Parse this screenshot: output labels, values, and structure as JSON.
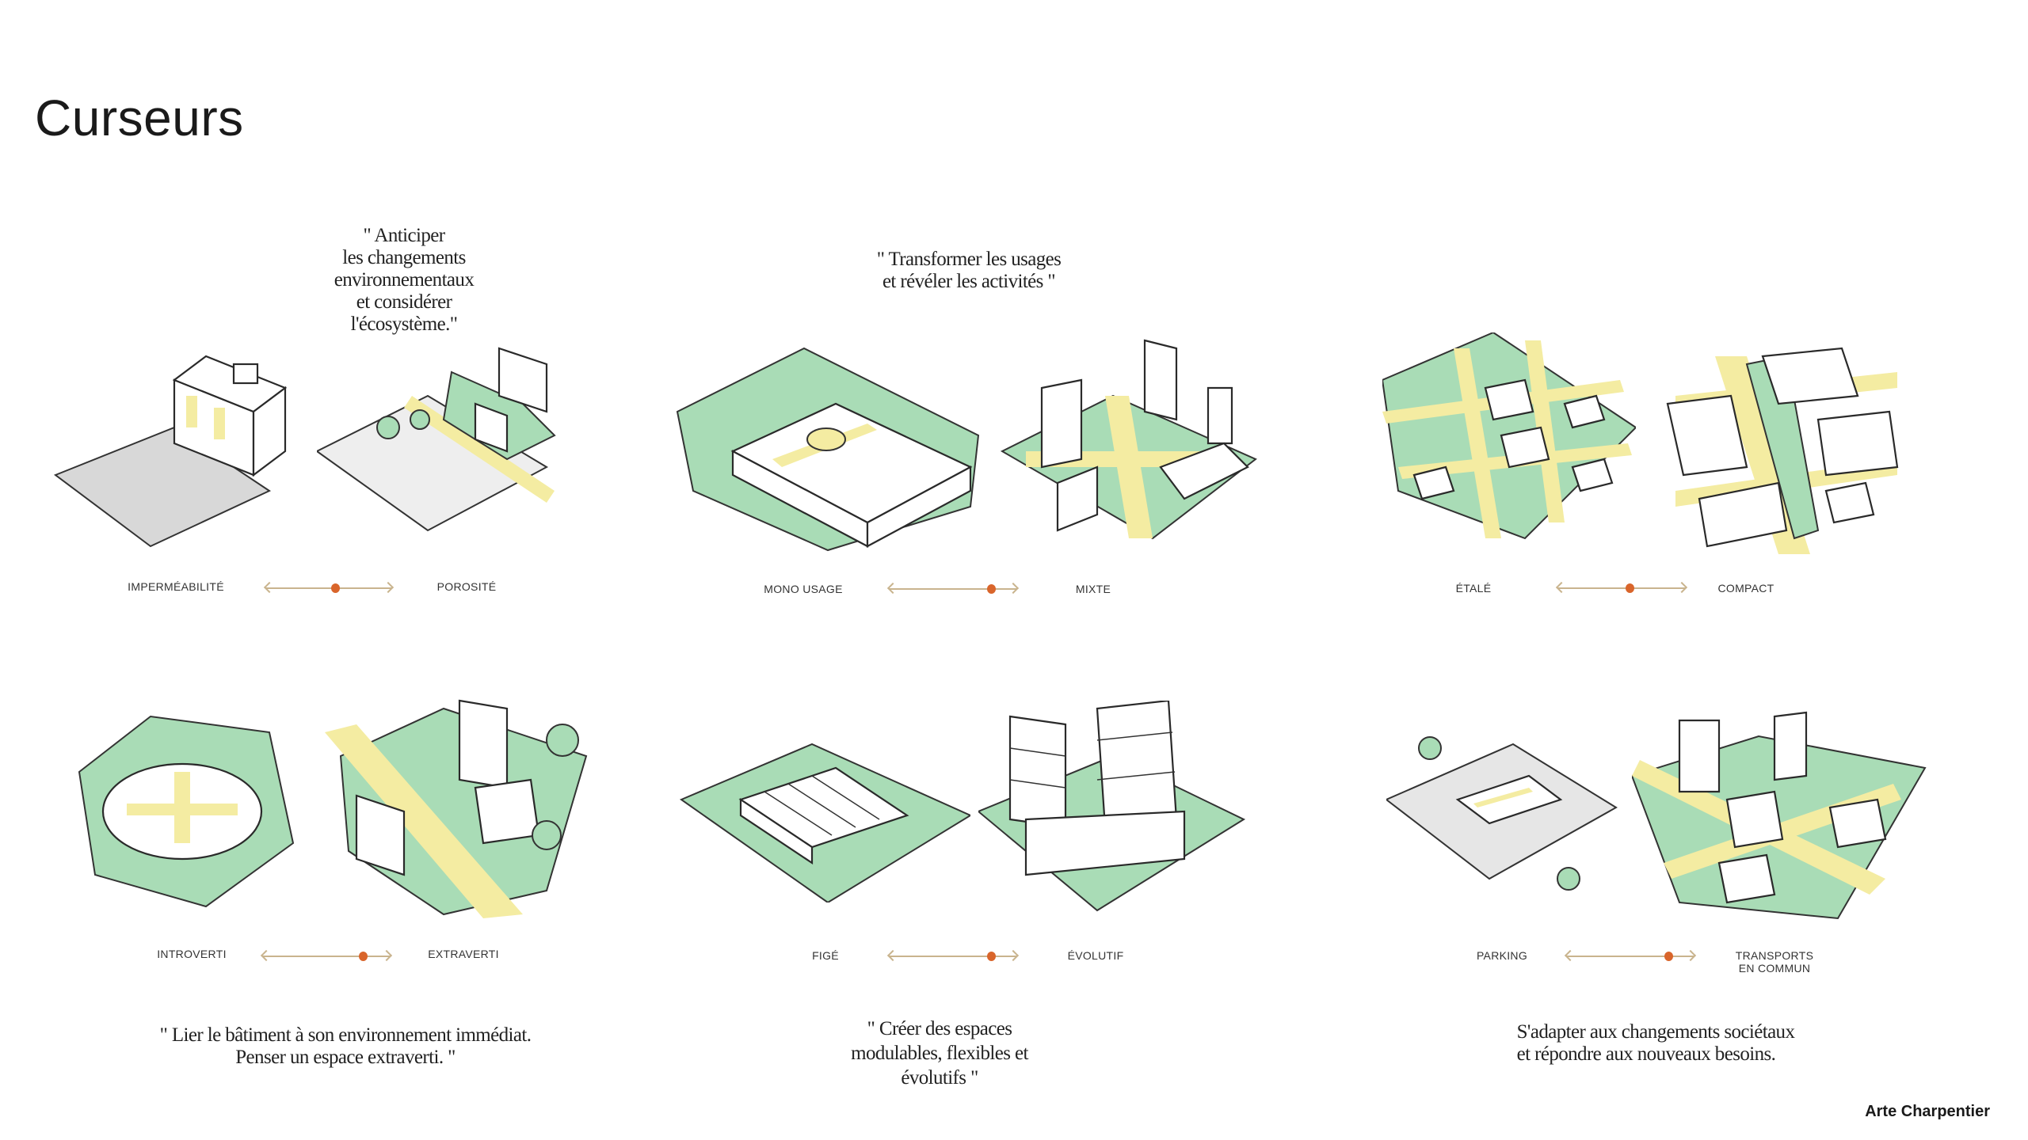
{
  "title": "Curseurs",
  "quotes": {
    "q1": [
      "\" Anticiper",
      "les changements",
      "environnementaux",
      "et considérer",
      "l'écosystème.\""
    ],
    "q2": [
      "\" Transformer les usages",
      "et révéler les activités \""
    ],
    "q4": [
      "\" Lier le bâtiment à son environnement immédiat.",
      "Penser un espace extraverti. \""
    ],
    "q5": [
      "\" Créer des espaces",
      "modulables, flexibles et",
      "évolutifs \""
    ],
    "q6": [
      "S'adapter aux changements sociétaux",
      "et répondre aux nouveaux besoins."
    ]
  },
  "sliders": [
    {
      "left": "IMPERMÉABILITÉ",
      "right": "POROSITÉ",
      "value": 0.55
    },
    {
      "left": "MONO USAGE",
      "right": "MIXTE",
      "value": 0.79
    },
    {
      "left": "ÉTALÉ",
      "right": "COMPACT",
      "value": 0.56
    },
    {
      "left": "INTROVERTI",
      "right": "EXTRAVERTI",
      "value": 0.78
    },
    {
      "left": "FIGÉ",
      "right": "ÉVOLUTIF",
      "value": 0.79
    },
    {
      "left": "PARKING",
      "right": "TRANSPORTS",
      "right2": "EN COMMUN",
      "value": 0.79
    }
  ],
  "colors": {
    "green": "#a9dcb6",
    "yellow": "#f4eca2",
    "accent": "#d9652b",
    "track": "#c9b48e"
  },
  "credit": "Arte Charpentier"
}
